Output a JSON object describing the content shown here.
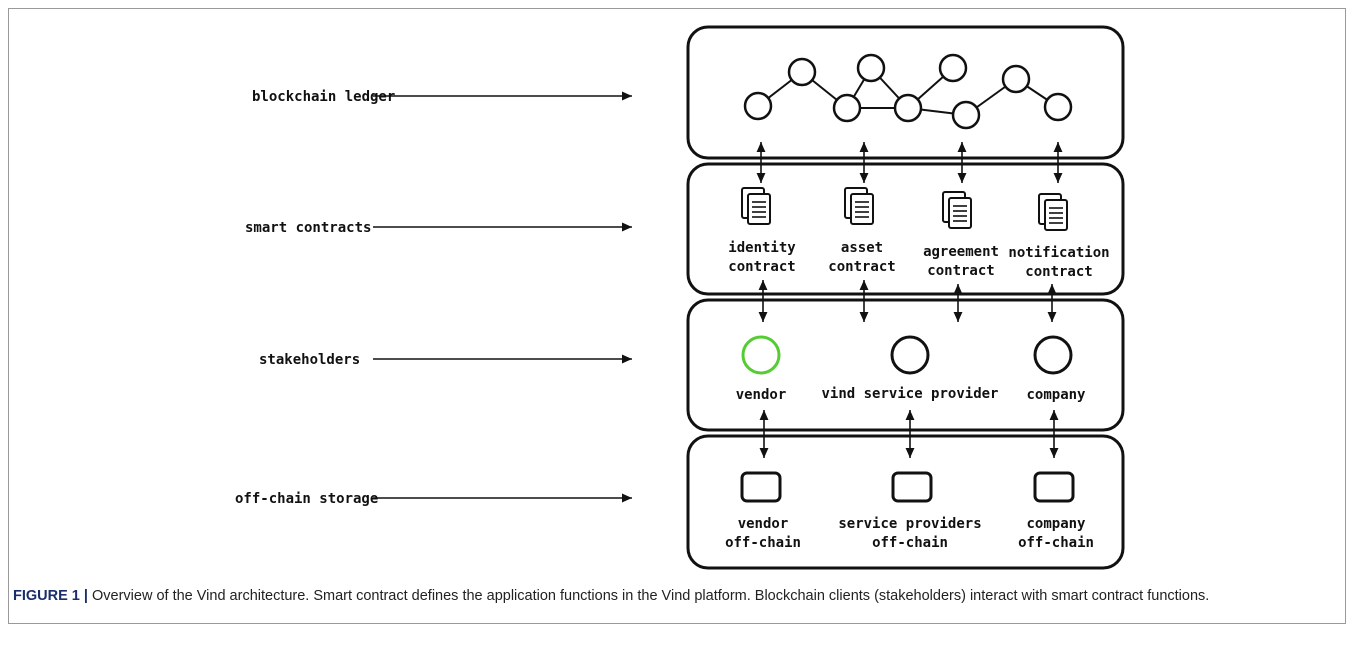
{
  "layers": [
    {
      "id": "ledger",
      "label": "blockchain ledger"
    },
    {
      "id": "contracts",
      "label": "smart contracts"
    },
    {
      "id": "stakeholders",
      "label": "stakeholders"
    },
    {
      "id": "storage",
      "label": "off-chain storage"
    }
  ],
  "contracts": [
    {
      "line1": "identity",
      "line2": "contract"
    },
    {
      "line1": "asset",
      "line2": "contract"
    },
    {
      "line1": "agreement",
      "line2": "contract"
    },
    {
      "line1": "notification",
      "line2": "contract"
    }
  ],
  "stakeholders": [
    {
      "label": "vendor",
      "color": "#55cc33"
    },
    {
      "label": "vind service provider",
      "color": "#111111"
    },
    {
      "label": "company",
      "color": "#111111"
    }
  ],
  "storage": [
    {
      "line1": "vendor",
      "line2": "off-chain"
    },
    {
      "line1": "service providers",
      "line2": "off-chain"
    },
    {
      "line1": "company",
      "line2": "off-chain"
    }
  ],
  "caption": {
    "figure_label": "FIGURE 1 |",
    "text": " Overview of the Vind architecture. Smart contract defines the application functions in the Vind platform. Blockchain clients (stakeholders) interact with smart contract functions."
  }
}
